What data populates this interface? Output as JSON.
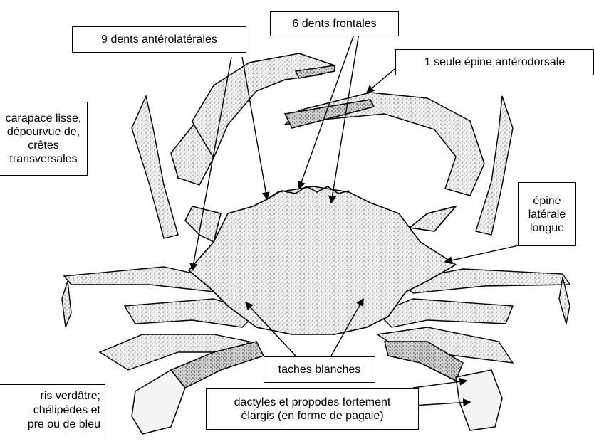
{
  "labels": {
    "frontal": "6 dents frontales",
    "anterolateral": "9 dents antérolatérales",
    "anterodorsal": "1 seule épine antérodorsale",
    "carapace": [
      "carapace lisse,",
      "dépourvue de,",
      "crêtes",
      "transversales"
    ],
    "lateral_spine": [
      "épine",
      "latérale",
      "longue"
    ],
    "white_spots": "taches blanches",
    "dactyls": [
      "dactyles et propodes fortement",
      "élargis (en forme de pagaie)"
    ],
    "color_note": [
      "ris verdâtre;",
      "chélipédes et",
      "pre ou de bleu"
    ]
  },
  "colors": {
    "ink": "#000000",
    "shell": "#d8d8d8",
    "paper": "#ffffff"
  }
}
